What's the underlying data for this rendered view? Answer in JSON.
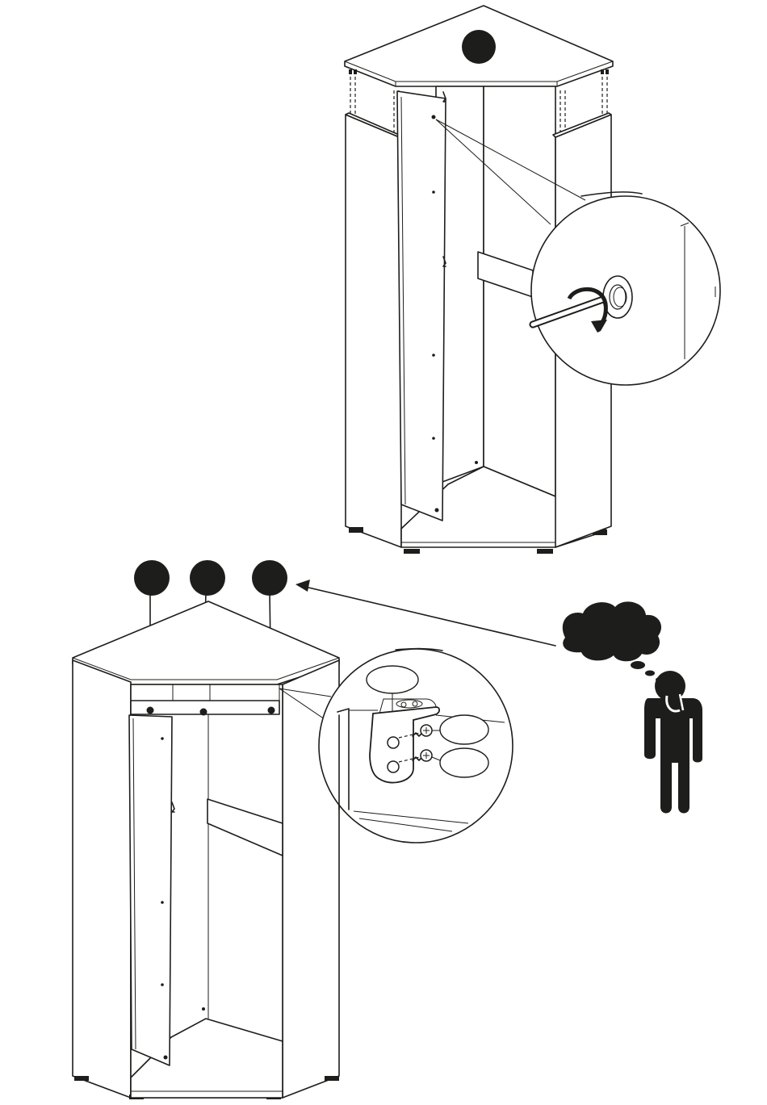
{
  "figure": {
    "type": "assembly-instruction",
    "step_markers_top": 1,
    "step_markers_bottom": 3,
    "callout_labels_blank": true,
    "ink_color": "#1d1d1b",
    "background": "#ffffff"
  }
}
